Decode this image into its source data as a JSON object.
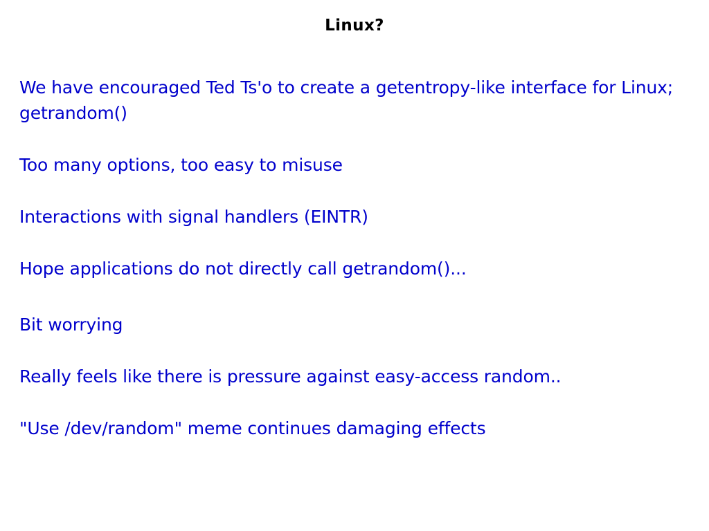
{
  "slide": {
    "title": "Linux?",
    "title_color": "#000000",
    "body_color": "#0000CC",
    "background_color": "#FFFFFF",
    "group_one": [
      "We have encouraged Ted Ts'o to create a getentropy-like interface for Linux; getrandom()",
      "Too many options, too easy to misuse",
      "Interactions with signal handlers (EINTR)",
      "Hope applications do not directly call getrandom()..."
    ],
    "group_two": [
      "Bit worrying",
      "Really feels like there is pressure against easy-access random..",
      "\"Use /dev/random\" meme continues damaging effects"
    ]
  }
}
